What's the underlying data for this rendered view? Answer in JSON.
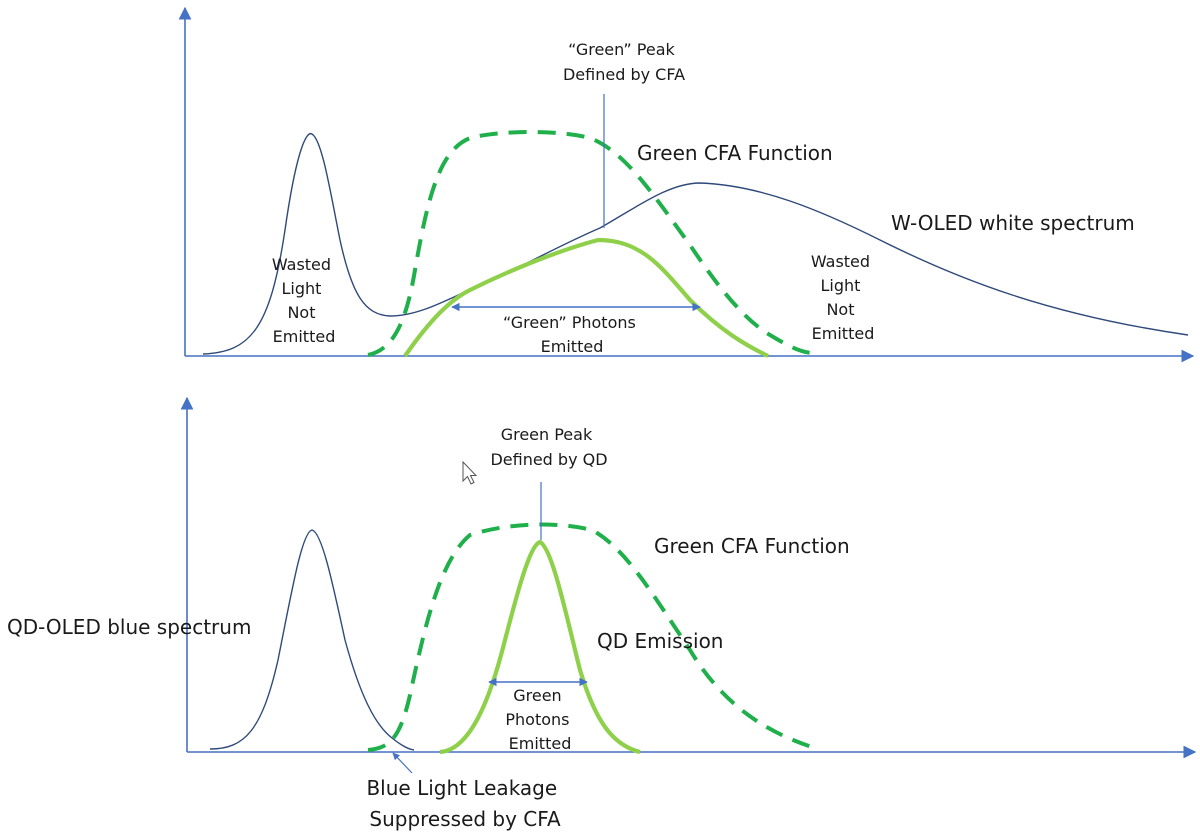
{
  "top_panel": {
    "peak_label": [
      "“Green” Peak",
      "Defined by CFA"
    ],
    "cfa_label": "Green CFA Function",
    "spectrum_label": "W-OLED white spectrum",
    "wasted_left": [
      "Wasted",
      "Light",
      "Not",
      "Emitted"
    ],
    "wasted_right": [
      "Wasted",
      "Light",
      "Not",
      "Emitted"
    ],
    "photons_label": [
      "“Green” Photons",
      "Emitted"
    ]
  },
  "bottom_panel": {
    "peak_label": [
      "Green Peak",
      "Defined by QD"
    ],
    "cfa_label": "Green CFA Function",
    "spectrum_label": "QD-OLED blue spectrum",
    "emission_label": "QD Emission",
    "photons_label": [
      "Green",
      "Photons",
      "Emitted"
    ],
    "leakage_label": [
      "Blue Light Leakage",
      "Suppressed by CFA"
    ]
  },
  "colors": {
    "axis": "#4472c4",
    "spectrum_line": "#2f4a7a",
    "cfa_dashed": "#1fb04b",
    "green_emission": "#8ed04a"
  },
  "icons": [
    "mouse-cursor-icon"
  ]
}
